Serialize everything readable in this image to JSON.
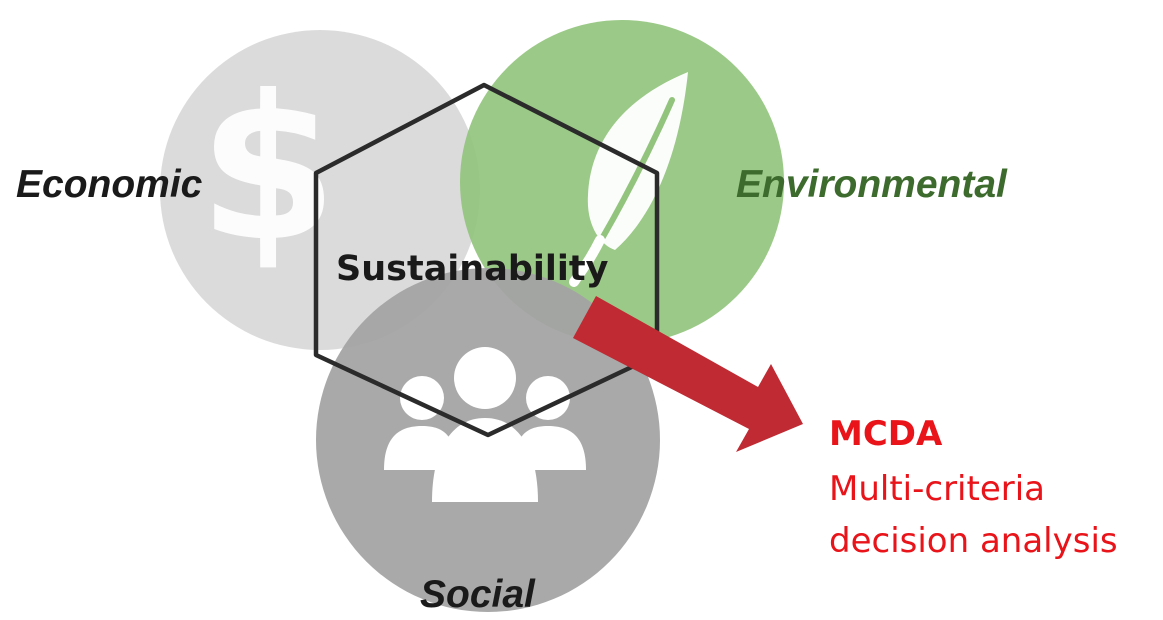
{
  "diagram": {
    "pillars": {
      "economic": "Economic",
      "environmental": "Environmental",
      "social": "Social"
    },
    "center_label": "Sustainability",
    "mcda": {
      "title": "MCDA",
      "description_line1": "Multi-criteria",
      "description_line2": "decision analysis"
    }
  },
  "colors": {
    "economic_circle": "#d6d6d6",
    "environmental_circle": "#93c47d",
    "social_circle": "#a3a3a3",
    "hexagon_stroke": "#2b2b2b",
    "arrow": "#bf2a33",
    "mcda_text": "#e8141a",
    "environmental_text": "#3d6b2e",
    "label_text": "#1a1a1a",
    "icon_fill": "#ffffff"
  },
  "icons": [
    "dollar-icon",
    "leaf-icon",
    "people-group-icon"
  ]
}
